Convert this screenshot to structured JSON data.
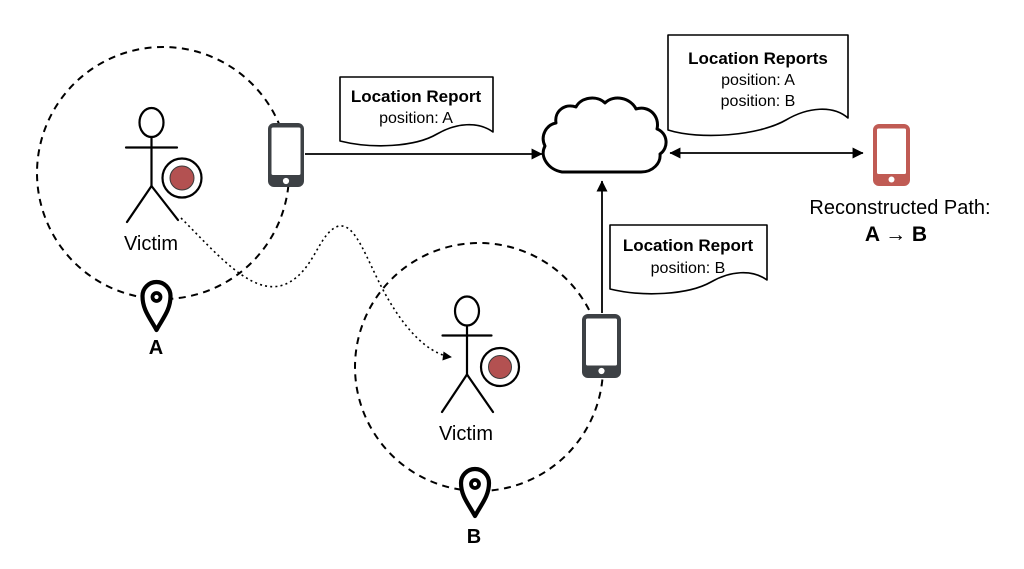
{
  "colors": {
    "tracker_red": "#b35151",
    "device_gray": "#3d4145",
    "attacker_red": "#c05b54"
  },
  "zone_a": {
    "victim_label": "Victim",
    "pin_label": "A"
  },
  "zone_b": {
    "victim_label": "Victim",
    "pin_label": "B"
  },
  "note_report_a": {
    "title": "Location Report",
    "line1": "position: A"
  },
  "note_report_b": {
    "title": "Location Report",
    "line1": "position: B"
  },
  "note_reports": {
    "title": "Location Reports",
    "line1": "position: A",
    "line2": "position: B"
  },
  "attacker_caption": {
    "line1": "Reconstructed Path:",
    "line2": "A → B"
  }
}
